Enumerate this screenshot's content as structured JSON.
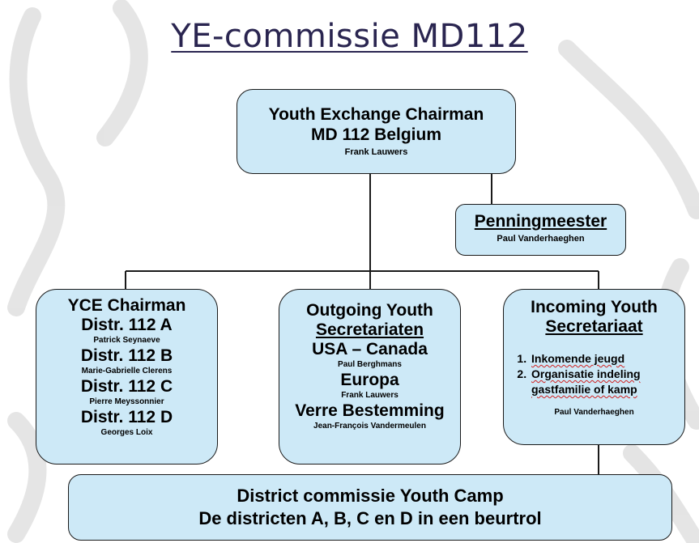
{
  "title": "YE-commissie MD112",
  "chair": {
    "line1": "Youth Exchange Chairman",
    "line2": "MD 112  Belgium",
    "name": "Frank Lauwers"
  },
  "treasurer": {
    "role": "Penningmeester",
    "name": "Paul Vanderhaeghen"
  },
  "yce": {
    "role": "YCE Chairman",
    "districts": [
      {
        "label": "Distr. 112 A",
        "name": "Patrick Seynaeve"
      },
      {
        "label": "Distr. 112 B",
        "name": "Marie-Gabrielle Clerens"
      },
      {
        "label": "Distr. 112 C",
        "name": "Pierre Meyssonnier"
      },
      {
        "label": "Distr. 112 D",
        "name": "Georges Loix"
      }
    ]
  },
  "outgoing": {
    "line1": "Outgoing Youth",
    "line2": "Secretariaten",
    "regions": [
      {
        "label": "USA – Canada",
        "name": "Paul Berghmans"
      },
      {
        "label": "Europa",
        "name": "Frank Lauwers"
      },
      {
        "label": "Verre Bestemming",
        "name": "Jean-François Vandermeulen"
      }
    ]
  },
  "incoming": {
    "line1": "Incoming Youth",
    "line2": "Secretariaat",
    "items": [
      "Inkomende jeugd",
      "Organisatie indeling gastfamilie of kamp"
    ],
    "name": "Paul Vanderhaeghen"
  },
  "camp": {
    "line1": "District commissie Youth Camp",
    "line2": "De districten A, B, C en D in een beurtrol"
  },
  "colors": {
    "box_fill": "#cde9f7",
    "title": "#2a2550",
    "line": "#1a1a1a"
  }
}
